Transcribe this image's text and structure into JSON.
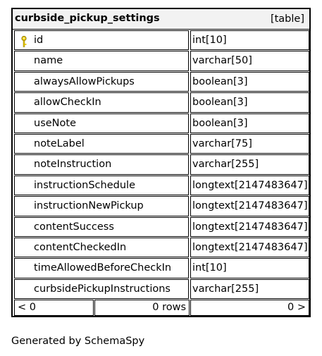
{
  "table": {
    "name": "curbside_pickup_settings",
    "type_label": "[table]",
    "columns": [
      {
        "name": "id",
        "type": "int[10]",
        "primary_key": true
      },
      {
        "name": "name",
        "type": "varchar[50]",
        "primary_key": false
      },
      {
        "name": "alwaysAllowPickups",
        "type": "boolean[3]",
        "primary_key": false
      },
      {
        "name": "allowCheckIn",
        "type": "boolean[3]",
        "primary_key": false
      },
      {
        "name": "useNote",
        "type": "boolean[3]",
        "primary_key": false
      },
      {
        "name": "noteLabel",
        "type": "varchar[75]",
        "primary_key": false
      },
      {
        "name": "noteInstruction",
        "type": "varchar[255]",
        "primary_key": false
      },
      {
        "name": "instructionSchedule",
        "type": "longtext[2147483647]",
        "primary_key": false
      },
      {
        "name": "instructionNewPickup",
        "type": "longtext[2147483647]",
        "primary_key": false
      },
      {
        "name": "contentSuccess",
        "type": "longtext[2147483647]",
        "primary_key": false
      },
      {
        "name": "contentCheckedIn",
        "type": "longtext[2147483647]",
        "primary_key": false
      },
      {
        "name": "timeAllowedBeforeCheckIn",
        "type": "int[10]",
        "primary_key": false
      },
      {
        "name": "curbsidePickupInstructions",
        "type": "varchar[255]",
        "primary_key": false
      }
    ],
    "footer": {
      "parents": "< 0",
      "rows": "0 rows",
      "children": "0 >"
    }
  },
  "generated_by": "Generated by SchemaSpy",
  "colors": {
    "header_background": "#f2f2f2",
    "key_icon": "#e8c800",
    "border": "#000000"
  },
  "icons": {
    "primary_key": "key-icon"
  }
}
